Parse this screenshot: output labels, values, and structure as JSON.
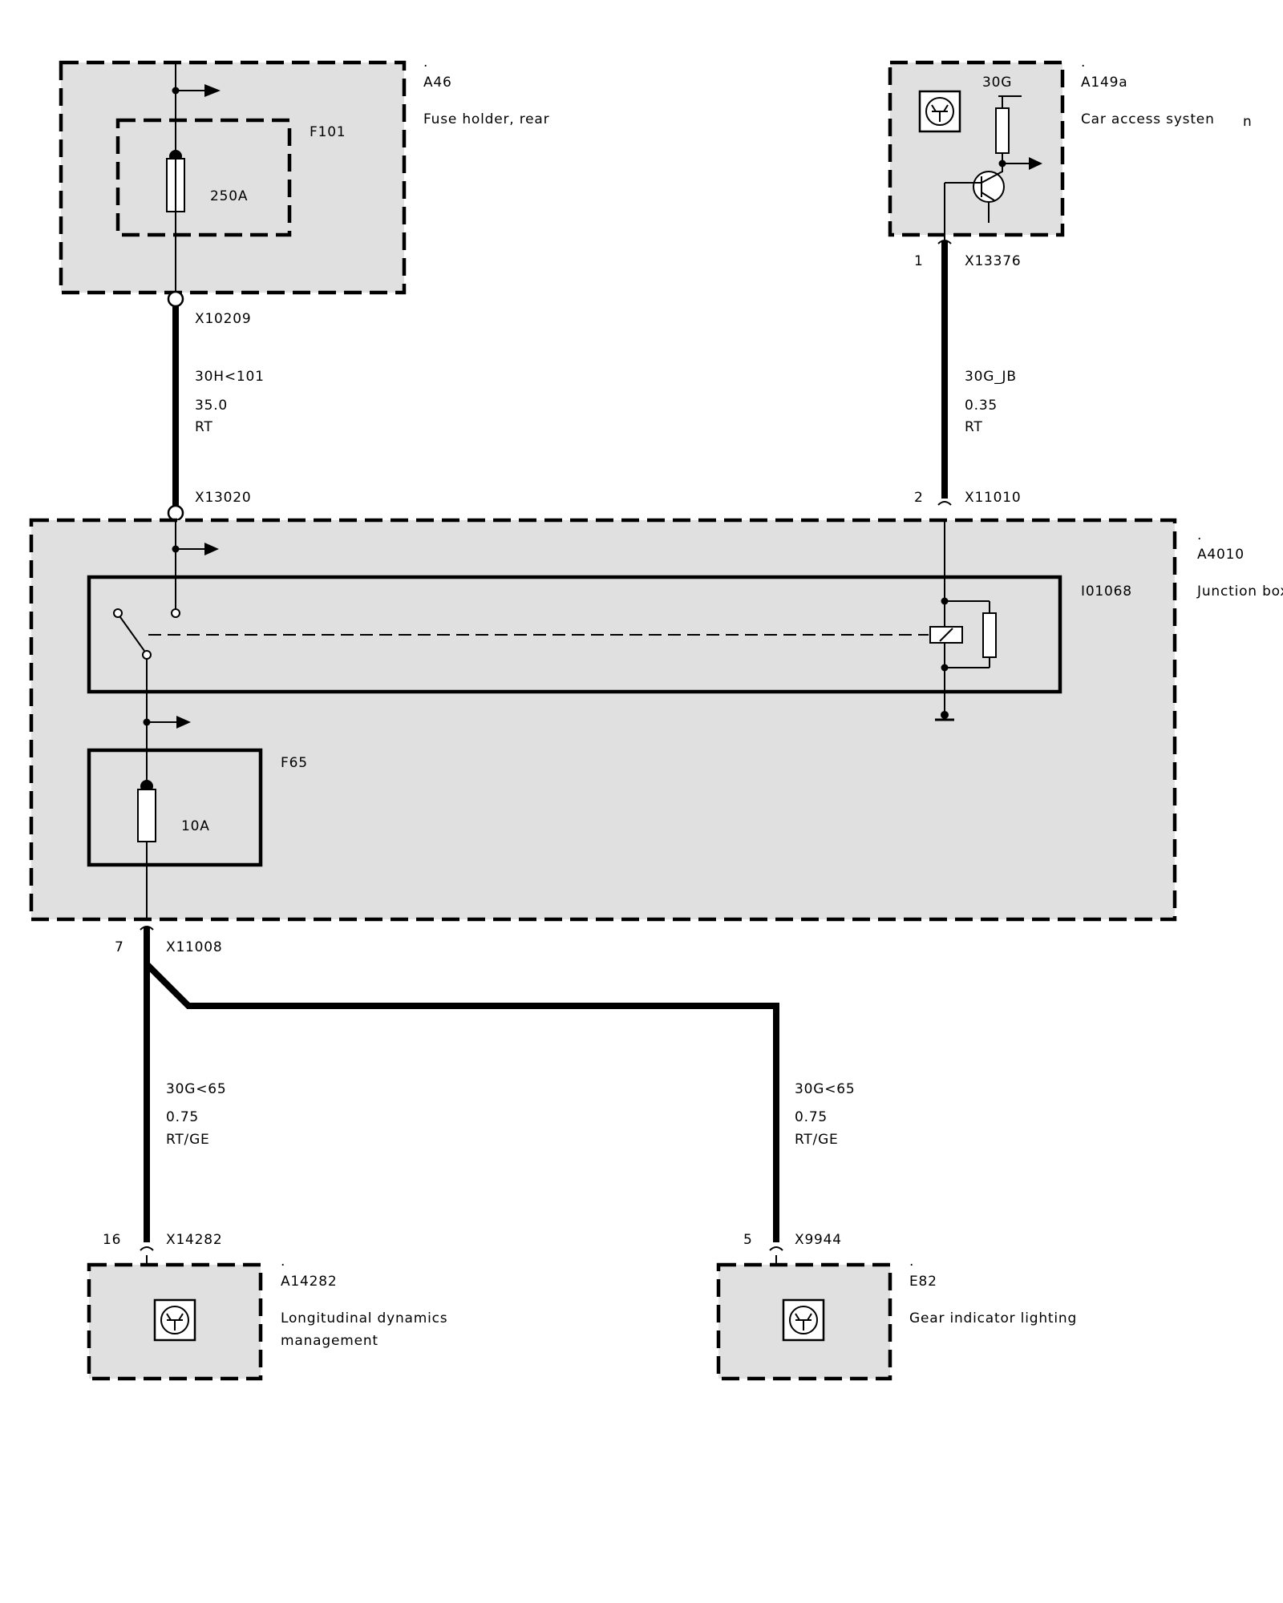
{
  "components": {
    "a46": {
      "dot": ".",
      "id": "A46",
      "desc": "Fuse holder, rear"
    },
    "f101": {
      "id": "F101",
      "rating": "250A"
    },
    "a149a": {
      "dot": ".",
      "id": "A149a",
      "desc": "Car access systen",
      "desc_tail": "n",
      "terminal": "30G"
    },
    "a4010": {
      "dot": ".",
      "id": "A4010",
      "desc": "Junction box"
    },
    "i01068": {
      "id": "I01068"
    },
    "f65": {
      "id": "F65",
      "rating": "10A"
    },
    "a14282": {
      "dot": ".",
      "id": "A14282",
      "desc_line1": "Longitudinal dynamics",
      "desc_line2": "management"
    },
    "e82": {
      "dot": ".",
      "id": "E82",
      "desc": "Gear indicator lighting"
    }
  },
  "connectors": {
    "x10209": {
      "id": "X10209"
    },
    "x13020": {
      "id": "X13020"
    },
    "x13376": {
      "pin": "1",
      "id": "X13376"
    },
    "x11010": {
      "pin": "2",
      "id": "X11010"
    },
    "x11008": {
      "pin": "7",
      "id": "X11008"
    },
    "x14282": {
      "pin": "16",
      "id": "X14282"
    },
    "x9944": {
      "pin": "5",
      "id": "X9944"
    }
  },
  "wires": {
    "w1": {
      "signal": "30H<101",
      "gauge": "35.0",
      "color": "RT"
    },
    "w2": {
      "signal": "30G_JB",
      "gauge": "0.35",
      "color": "RT"
    },
    "w3": {
      "signal": "30G<65",
      "gauge": "0.75",
      "color": "RT/GE"
    },
    "w4": {
      "signal": "30G<65",
      "gauge": "0.75",
      "color": "RT/GE"
    }
  }
}
